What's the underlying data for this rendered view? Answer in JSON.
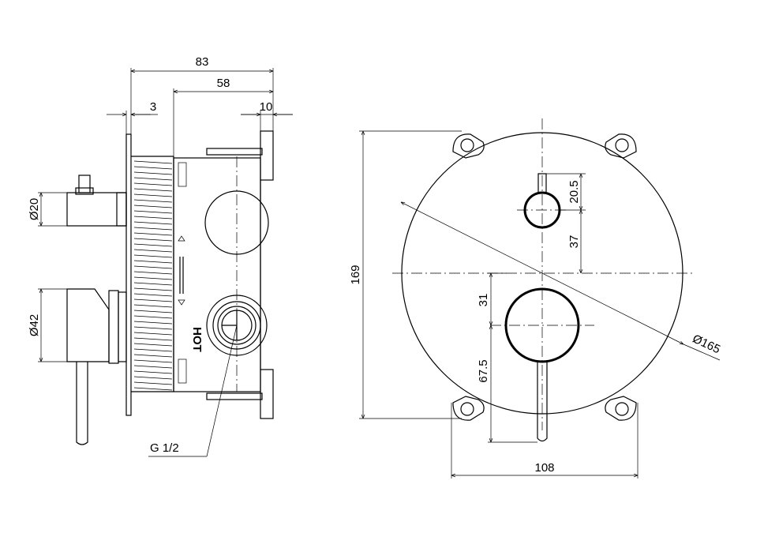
{
  "dimensions": {
    "overall_depth": "83",
    "body_depth": "58",
    "plate_thickness": "3",
    "flange_depth": "10",
    "stem_diameter": "Ø20",
    "handle_diameter": "Ø42",
    "overall_height": "169",
    "plate_diameter": "Ø165",
    "top_offset": "20.5",
    "upper_spacing": "37",
    "lower_spacing": "31",
    "handle_length": "67.5",
    "lug_width": "108"
  },
  "labels": {
    "thread": "G 1/2",
    "hot_mark": "HOT"
  },
  "colors": {
    "line": "#000000",
    "background": "#ffffff"
  }
}
